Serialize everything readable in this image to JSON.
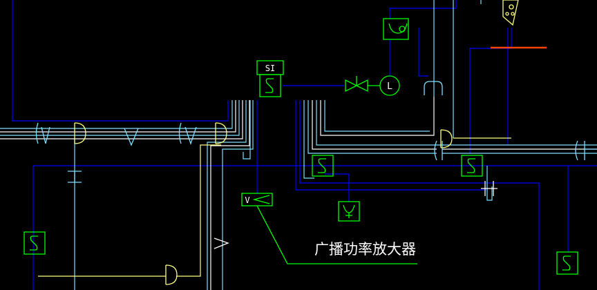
{
  "labels": {
    "si_tag": "SI",
    "level_tag": "L",
    "amp_tag": "V",
    "amp_caption": "广播功率放大器"
  },
  "colors": {
    "background": "#000000",
    "main_line": "#0000ff",
    "cyan_line": "#7fdfff",
    "white_line": "#ffffff",
    "yellow_line": "#ffff80",
    "device": "#00ff00",
    "marker": "#ff4400"
  },
  "icons": [
    "switch-symbol-icon",
    "valve-icon",
    "level-indicator-icon",
    "amplifier-icon",
    "antenna-icon",
    "horn-icon",
    "d-connector-icon",
    "v-joint-icon",
    "insulator-icon",
    "bracket-icon",
    "cap-icon"
  ]
}
